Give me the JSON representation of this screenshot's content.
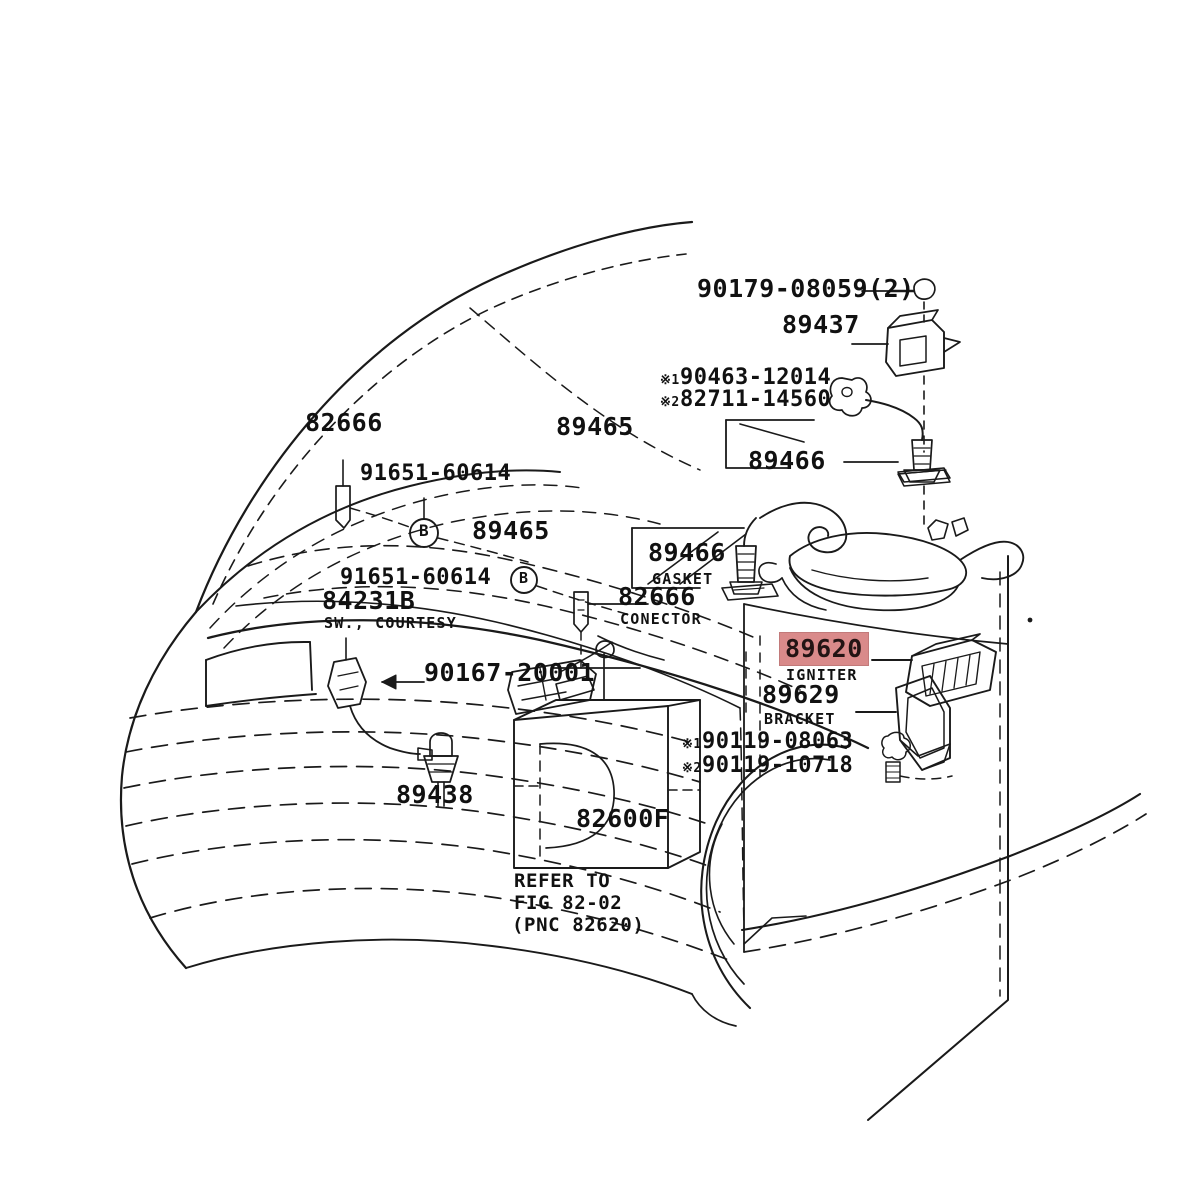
{
  "diagram": {
    "title": "Toyota front body electrical parts diagram",
    "highlight_color": "#d98a8a",
    "line_color": "#1a1a1a",
    "background": "#ffffff"
  },
  "labels": {
    "pn_82666_top": "82666",
    "pn_89465_top": "89465",
    "pn_90179": "90179-08059(2)",
    "pn_89437": "89437",
    "mark1_a": "※1",
    "pn_90463": "90463-12014",
    "mark2_a": "※2",
    "pn_82711": "82711-14560",
    "pn_89466_upper": "89466",
    "pn_91651_upper": "91651-60614",
    "pn_89465_mid": "89465",
    "pn_89466_lower": "89466",
    "sub_gasket": "GASKET",
    "pn_91651_lower": "91651-60614",
    "pn_84231b": "84231B",
    "sub_sw_courtesy": "SW., COURTESY",
    "pn_82666_conector": "82666",
    "sub_conector": "CONECTOR",
    "pn_90167": "90167-20001",
    "pn_89620": "89620",
    "sub_igniter": "IGNITER",
    "pn_89629": "89629",
    "sub_bracket": "BRACKET",
    "mark1_b": "※1",
    "pn_90119_08063": "90119-08063",
    "mark2_b": "※2",
    "pn_90119_10718": "90119-10718",
    "pn_89438": "89438",
    "pn_82600f": "82600F",
    "refer_line1": "REFER TO",
    "refer_line2": "FIG 82-02",
    "refer_line3": "(PNC 82620)",
    "badge_b_upper": "B",
    "badge_b_lower": "B"
  }
}
